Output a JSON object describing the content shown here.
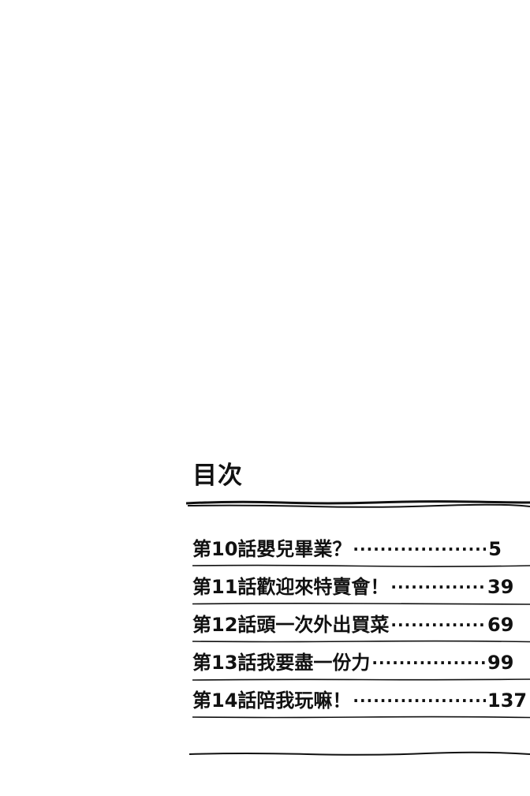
{
  "toc": {
    "title": "目次",
    "entries": [
      {
        "chapter": "第10話",
        "title": "嬰兒畢業？",
        "page": "5"
      },
      {
        "chapter": "第11話",
        "title": "歡迎來特賣會！",
        "page": "39"
      },
      {
        "chapter": "第12話",
        "title": "頭一次外出買菜",
        "page": "69"
      },
      {
        "chapter": "第13話",
        "title": "我要盡一份力",
        "page": "99"
      },
      {
        "chapter": "第14話",
        "title": "陪我玩嘛！",
        "page": "137"
      }
    ]
  },
  "colors": {
    "ink": "#111111",
    "paper": "#ffffff"
  }
}
